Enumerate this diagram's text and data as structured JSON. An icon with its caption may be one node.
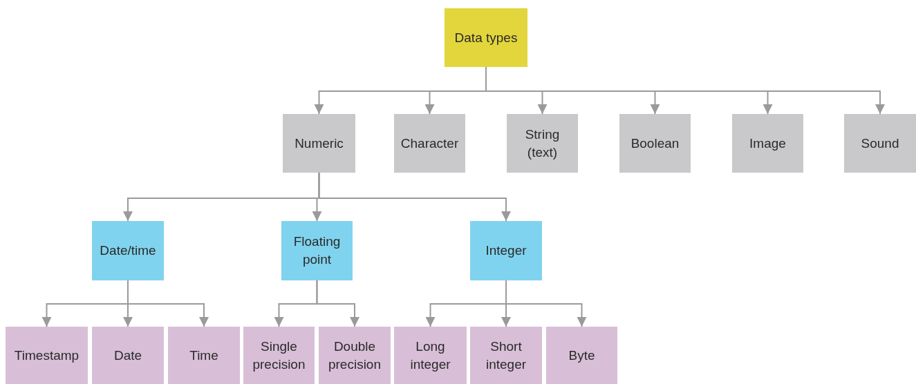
{
  "diagram": {
    "nodes": [
      {
        "text": [
          "Data types"
        ]
      },
      {
        "text": [
          "Numeric"
        ]
      },
      {
        "text": [
          "Character"
        ]
      },
      {
        "text": [
          "String (text)"
        ]
      },
      {
        "text": [
          "Boolean"
        ]
      },
      {
        "text": [
          "Image"
        ]
      },
      {
        "text": [
          "Sound"
        ]
      },
      {
        "text": [
          "Date/time"
        ]
      },
      {
        "text": [
          "Floating point"
        ]
      },
      {
        "text": [
          "Integer"
        ]
      },
      {
        "text": [
          "Timestamp"
        ]
      },
      {
        "text": [
          "Date"
        ]
      },
      {
        "text": [
          "Time"
        ]
      },
      {
        "text": [
          "Single precision"
        ]
      },
      {
        "text": [
          "Double precision"
        ]
      },
      {
        "text": [
          "Long integer"
        ]
      },
      {
        "text": [
          "Short integer"
        ]
      },
      {
        "text": [
          "Byte"
        ]
      }
    ],
    "edges": [
      {
        "from": 0,
        "to": 1,
        "arrow": "to"
      },
      {
        "from": 0,
        "to": 2,
        "arrow": "to"
      },
      {
        "from": 0,
        "to": 3,
        "arrow": "to"
      },
      {
        "from": 0,
        "to": 4,
        "arrow": "to"
      },
      {
        "from": 0,
        "to": 5,
        "arrow": "to"
      },
      {
        "from": 0,
        "to": 6,
        "arrow": "to"
      },
      {
        "from": 1,
        "to": 7,
        "arrow": "to"
      },
      {
        "from": 1,
        "to": 8,
        "arrow": "to"
      },
      {
        "from": 1,
        "to": 9,
        "arrow": "to"
      },
      {
        "from": 7,
        "to": 10,
        "arrow": "to"
      },
      {
        "from": 7,
        "to": 11,
        "arrow": "to"
      },
      {
        "from": 7,
        "to": 12,
        "arrow": "to"
      },
      {
        "from": 8,
        "to": 13,
        "arrow": "to"
      },
      {
        "from": 8,
        "to": 14,
        "arrow": "to"
      },
      {
        "from": 9,
        "to": 15,
        "arrow": "to"
      },
      {
        "from": 9,
        "to": 16,
        "arrow": "to"
      },
      {
        "from": 9,
        "to": 17,
        "arrow": "to"
      }
    ]
  }
}
